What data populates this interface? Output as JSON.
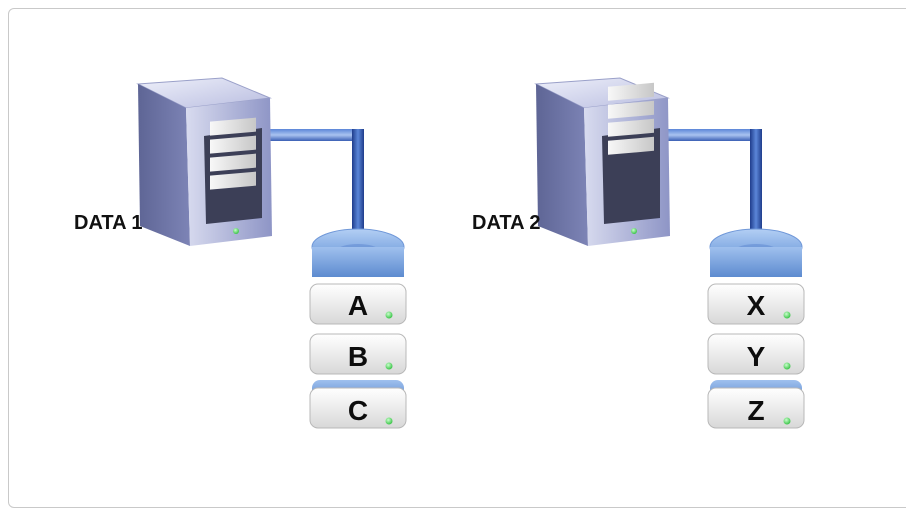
{
  "colors": {
    "connector": "#2a50a8",
    "server_body": "#8a92c4",
    "disk_top": "#6f9fe0",
    "disk_face": "#f2f2f2",
    "led": "#3ed14b"
  },
  "groups": [
    {
      "server_label": "DATA 1",
      "disks": [
        "A",
        "B",
        "C"
      ]
    },
    {
      "server_label": "DATA 2",
      "disks": [
        "X",
        "Y",
        "Z"
      ]
    }
  ]
}
